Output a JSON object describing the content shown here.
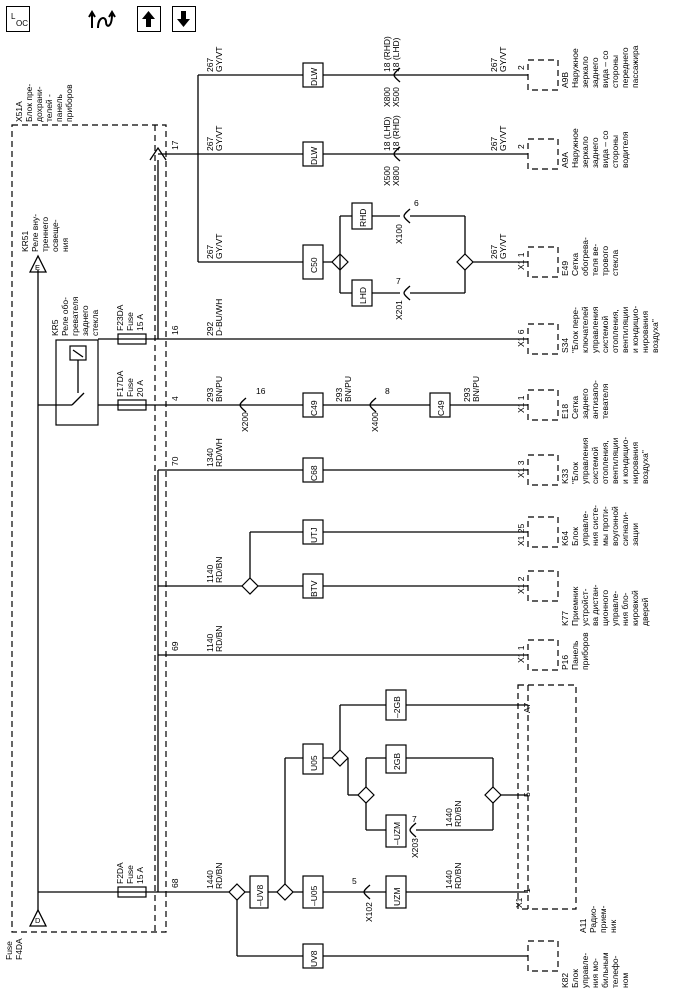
{
  "toolbar": {
    "loc_label_l": "L",
    "loc_label_oc": "OC",
    "icons": [
      "location-icon",
      "harness-route-icon",
      "arrow-up-icon",
      "arrow-down-icon"
    ]
  },
  "left": {
    "fuse_f4da": [
      "Fuse",
      "F4DA"
    ],
    "x51a": [
      "X51A",
      "Блок пре-",
      "дохрани-",
      "телей -",
      "панель",
      "приборов"
    ],
    "kr51": [
      "KR51",
      "Реле вну-",
      "треннего",
      "освеще-",
      "ния"
    ],
    "kr5": [
      "KR5",
      "Реле обо-",
      "гревателя",
      "заднего",
      "стекла"
    ],
    "e_label": "E",
    "d_label": "D"
  },
  "fuses": {
    "f23da": [
      "F23DA",
      "Fuse",
      "15 A"
    ],
    "f17da": [
      "F17DA",
      "Fuse",
      "20 A"
    ],
    "f2da": [
      "F2DA",
      "Fuse",
      "15 A"
    ]
  },
  "pins": {
    "p17": "17",
    "p16": "16",
    "p4": "4",
    "p70": "70",
    "p69": "69",
    "p68": "68"
  },
  "wires": {
    "w267_1": [
      "267",
      "GY/VT"
    ],
    "w267_2": [
      "267",
      "GY/VT"
    ],
    "w267_3": [
      "267",
      "GY/VT"
    ],
    "w267_a9b": [
      "267",
      "GY/VT"
    ],
    "w267_a9a": [
      "267",
      "GY/VT"
    ],
    "w267_e49": [
      "267",
      "GY/VT"
    ],
    "w292": [
      "292",
      "D-BU/WH"
    ],
    "w293_1": [
      "293",
      "BN/PU"
    ],
    "w293_2": [
      "293",
      "BN/PU"
    ],
    "w293_3": [
      "293",
      "BN/PU"
    ],
    "w1340": [
      "1340",
      "RD/WH"
    ],
    "w1140_1": [
      "1140",
      "RD/BN"
    ],
    "w1140_2": [
      "1140",
      "RD/BN"
    ],
    "w1440_1": [
      "1440",
      "RD/BN"
    ],
    "w1440_2": [
      "1440",
      "RD/BN"
    ],
    "w1440_3": [
      "1440",
      "RD/BN"
    ]
  },
  "options": {
    "dlw1": "DLW",
    "dlw2": "DLW",
    "c50": "C50",
    "rhd": "RHD",
    "lhd": "LHD",
    "c49a": "C49",
    "c49b": "C49",
    "c68": "C68",
    "utj": "UTJ",
    "btv": "BTV",
    "uv8a": "–UV8",
    "u05a": "U05",
    "u05b": "–U05",
    "n2gb": "–2GB",
    "p2gb": "2GB",
    "nuzm": "–UZM",
    "uzm": "UZM",
    "uv8b": "UV8"
  },
  "inline": {
    "x800_x500": [
      "X800",
      "X500"
    ],
    "x800_rhd_lhd": [
      "18 (RHD)",
      "18 (LHD)"
    ],
    "x500_x800": [
      "X500",
      "X800"
    ],
    "x500_lhd_rhd": [
      "18 (LHD)",
      "18 (RHD)"
    ],
    "x100": "X100",
    "x100_pin": "6",
    "x201": "X201",
    "x201_pin": "7",
    "x200": "X200",
    "x200_pin": "16",
    "x400": "X400",
    "x400_pin": "8",
    "x203": "X203",
    "x203_pin": "7",
    "x102": "X102",
    "x102_pin": "5"
  },
  "components": {
    "a9b": {
      "conn": "2",
      "name": [
        "A9B",
        "Наружное",
        "зеркало",
        "заднего",
        "вида – со",
        "стороны",
        "переднего",
        "пассажира"
      ]
    },
    "a9a": {
      "conn": "2",
      "name": [
        "A9A",
        "Наружное",
        "зеркало",
        "заднего",
        "вида – со",
        "стороны",
        "водителя"
      ]
    },
    "e49": {
      "conn": "X1  1",
      "name": [
        "E49",
        "Сетка",
        "обогрева-",
        "теля ве-",
        "трового",
        "стекла"
      ]
    },
    "s34": {
      "conn": "X1  6",
      "name": [
        "S34",
        "\"Блок пере-",
        "ключателей",
        "управления",
        "системой",
        "отопления,",
        "вентиляции",
        "и кондицио-",
        "нирования",
        "воздуха\""
      ]
    },
    "e18": {
      "conn": "X1  1",
      "name": [
        "E18",
        "Сетка",
        "заднего",
        "антизапо-",
        "тевателя"
      ]
    },
    "k33": {
      "conn": "X1  3",
      "name": [
        "K33",
        "\"Блок",
        "управления",
        "системой",
        "отопления,",
        "вентиляции",
        "и кондицио-",
        "нирования",
        "воздуха\""
      ]
    },
    "k64": {
      "conn": "X1  25",
      "name": [
        "K64",
        "Блок",
        "управле-",
        "ния систе-",
        "мы проти-",
        "воугонной",
        "сигнали-",
        "зации"
      ]
    },
    "k77": {
      "conn": "X1  2",
      "name": [
        "K77",
        "Приемник",
        "устройст-",
        "ва дистан-",
        "ционного",
        "управле-",
        "ния бло-",
        "кировкой",
        "дверей"
      ]
    },
    "p16": {
      "conn": "X1  1",
      "name": [
        "P16",
        "Панель",
        "приборов"
      ]
    },
    "a11": {
      "pins": [
        "A7",
        "5",
        "1"
      ],
      "conn": "X1",
      "name": [
        "A11",
        "Радио-",
        "прием-",
        "ник"
      ]
    },
    "k82": {
      "conn": "",
      "name": [
        "K82",
        "Блок",
        "управле-",
        "ния мо-",
        "бильным",
        "телефо-",
        "ном"
      ]
    }
  }
}
